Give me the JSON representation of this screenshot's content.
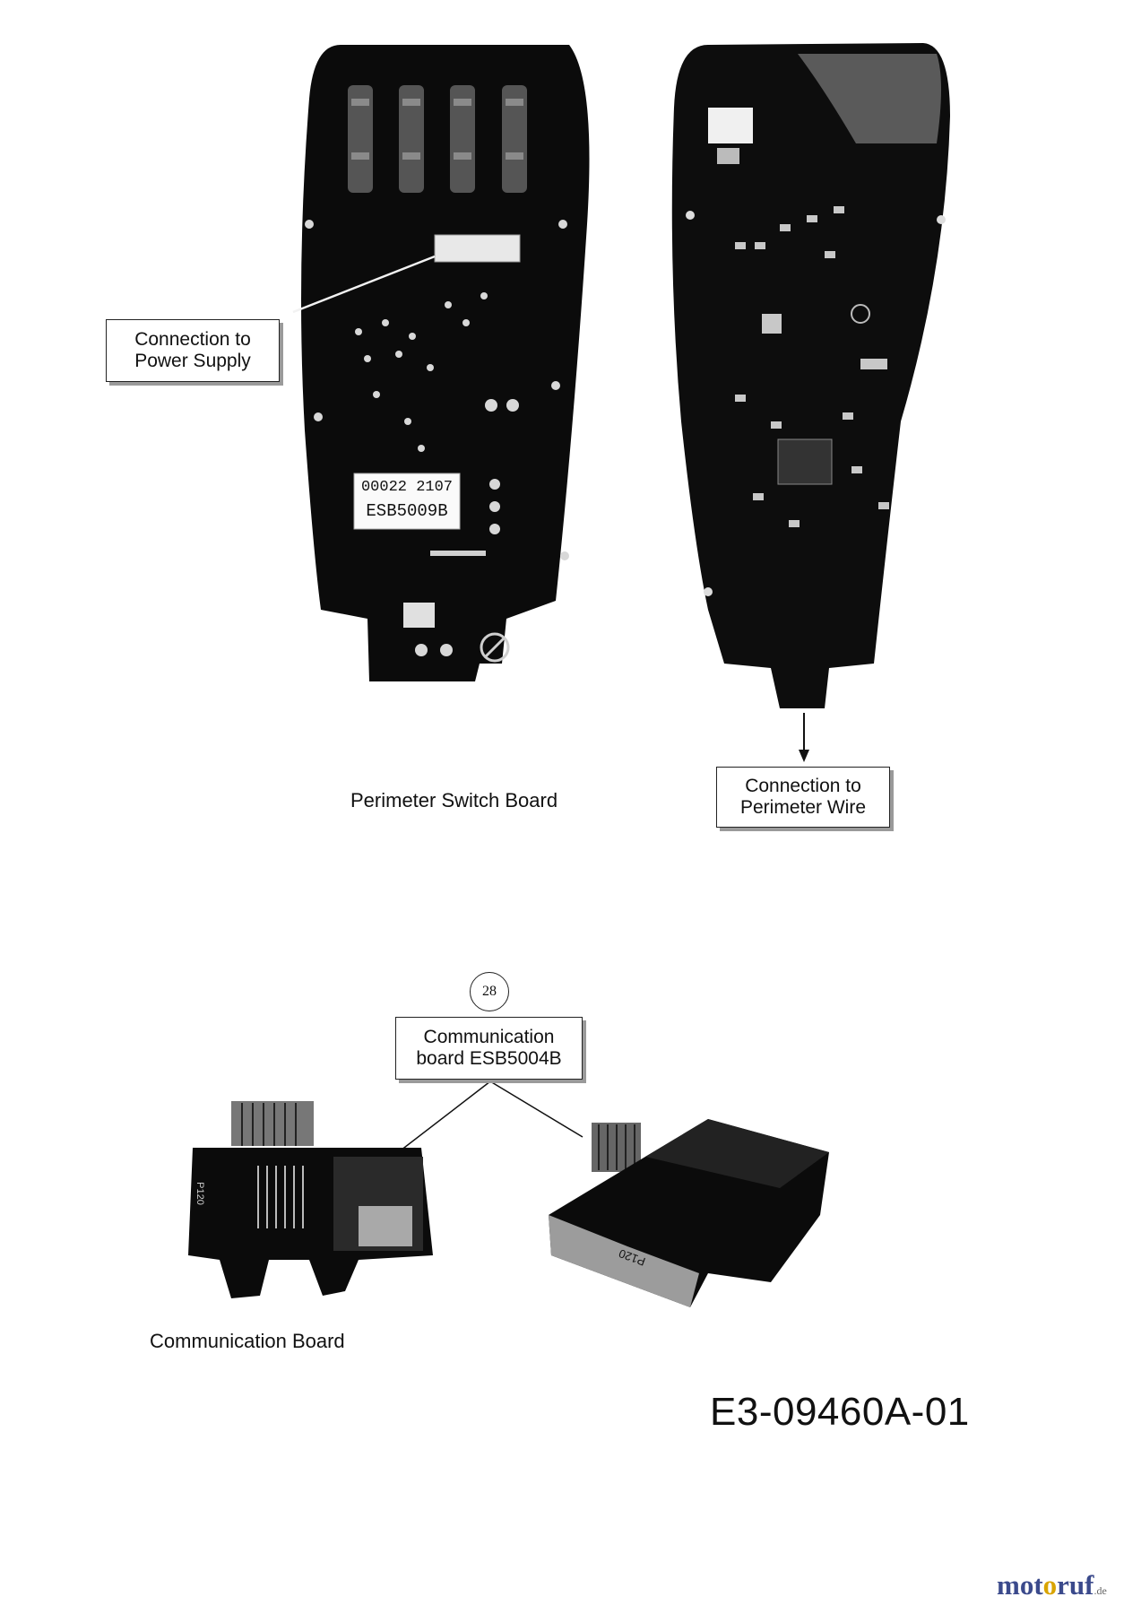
{
  "perimeter": {
    "power_label_line1": "Connection to",
    "power_label_line2": "Power Supply",
    "wire_label_line1": "Connection to",
    "wire_label_line2": "Perimeter Wire",
    "sticker_line1": "00022 2107",
    "sticker_line2": "ESB5009B",
    "caption": "Perimeter Switch Board"
  },
  "communication": {
    "callout_number": "28",
    "label_line1": "Communication",
    "label_line2": "board ESB5004B",
    "caption": "Communication Board",
    "left_board_marking": "P120",
    "right_board_marking": "P120"
  },
  "part_number": "E3-09460A-01",
  "brand": {
    "name_part1": "mot",
    "name_part2": "o",
    "name_part3": "ruf",
    "suffix": ".de",
    "colors": {
      "m": "#3b4a8c",
      "o": "#d9a400",
      "ruf": "#3b4a8c"
    }
  }
}
